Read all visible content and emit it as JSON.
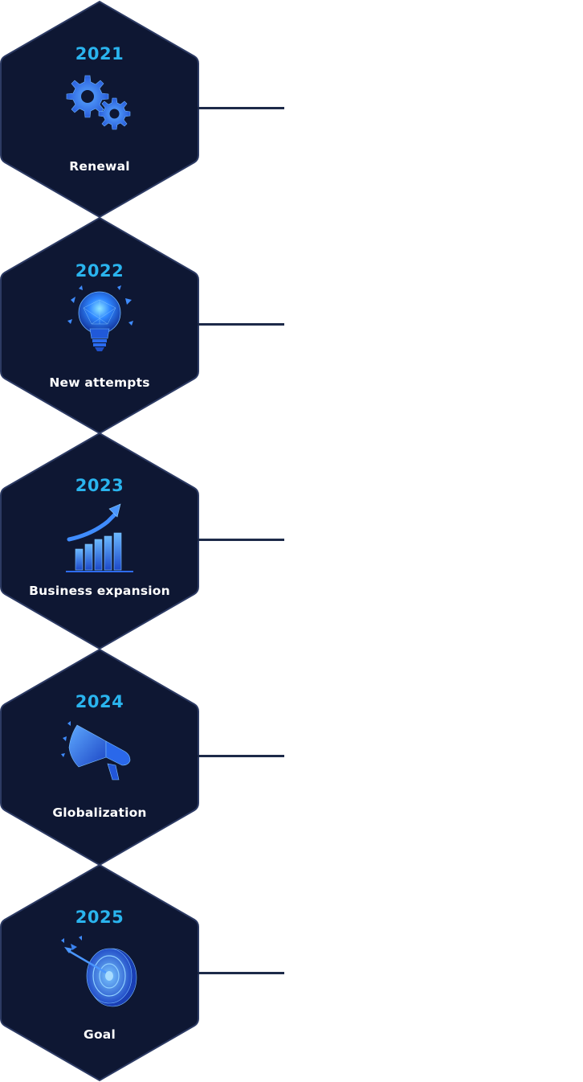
{
  "colors": {
    "hex_fill": "#0e1733",
    "hex_stroke": "#2c3a63",
    "year": "#2ab4ee",
    "label": "#ffffff",
    "connector": "#1d2a49",
    "icon_glow": "#2e6cf5"
  },
  "milestones": [
    {
      "year": "2021",
      "label": "Renewal",
      "icon": "gears-icon"
    },
    {
      "year": "2022",
      "label": "New attempts",
      "icon": "lightbulb-icon"
    },
    {
      "year": "2023",
      "label": "Business expansion",
      "icon": "growth-chart-icon"
    },
    {
      "year": "2024",
      "label": "Globalization",
      "icon": "megaphone-icon"
    },
    {
      "year": "2025",
      "label": "Goal",
      "icon": "target-icon"
    }
  ]
}
